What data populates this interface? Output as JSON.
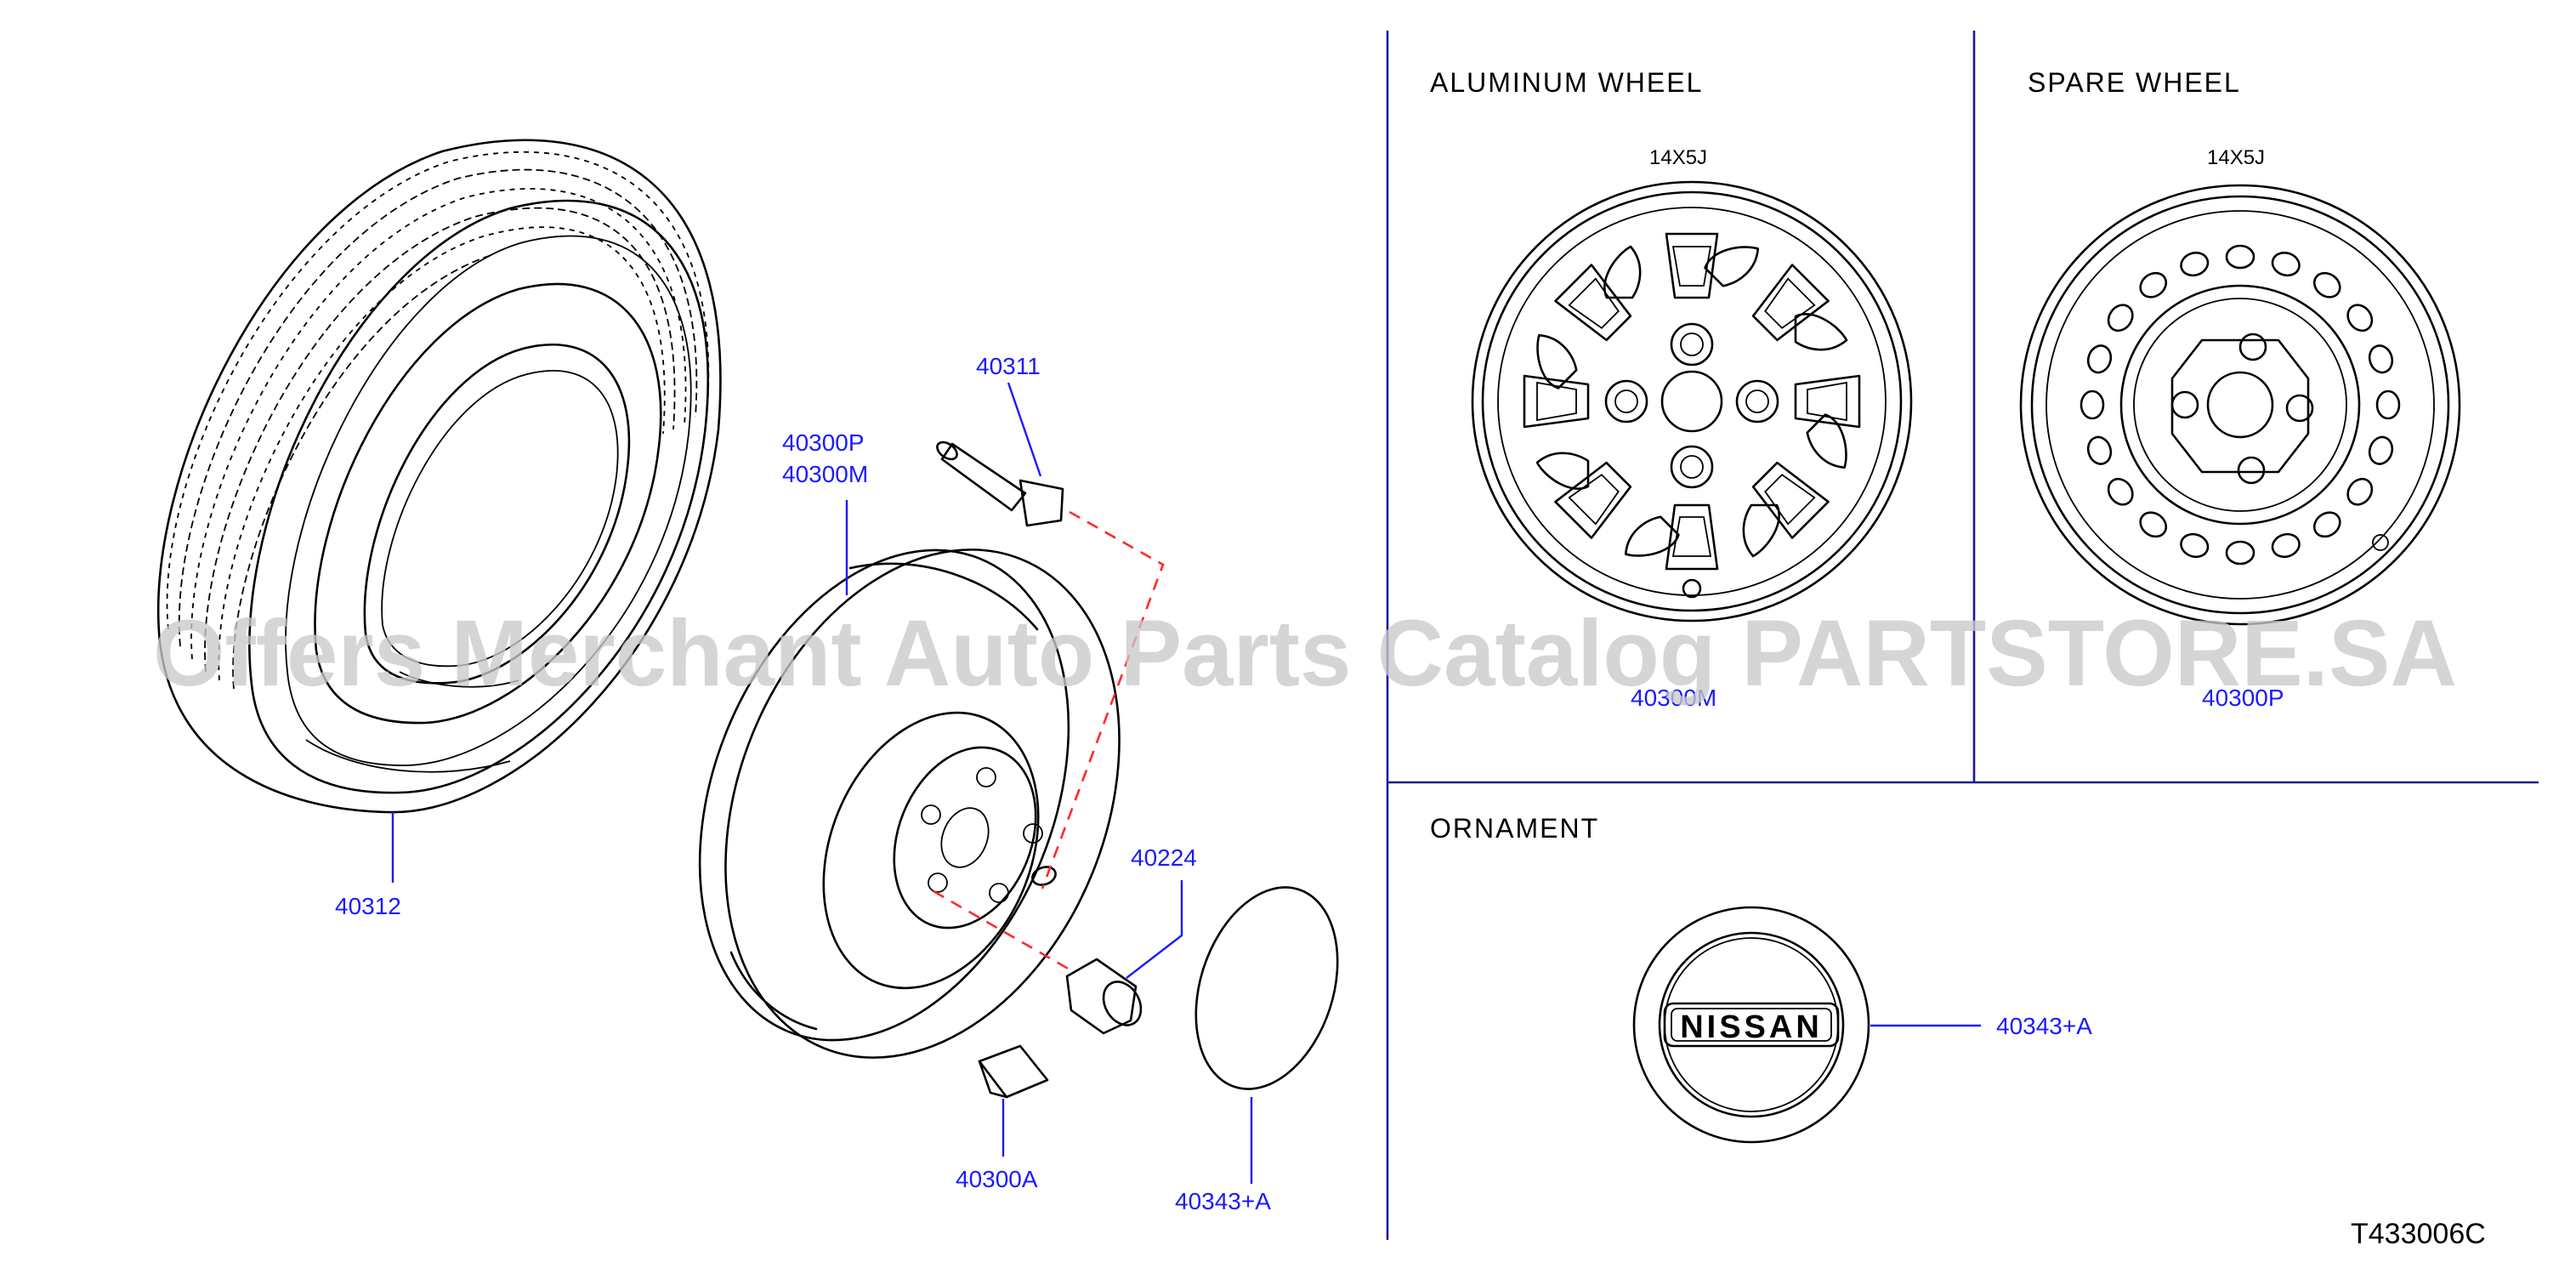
{
  "headers": {
    "aluminum": "ALUMINUM   WHEEL",
    "spare": "SPARE   WHEEL",
    "ornament": "ORNAMENT"
  },
  "sizes": {
    "aluminum": "14X5J",
    "spare": "14X5J"
  },
  "parts": {
    "tire": "40312",
    "wheel_p": "40300P",
    "wheel_m": "40300M",
    "valve": "40311",
    "nut": "40224",
    "balance_weight": "40300A",
    "cap_exploded": "40343+A",
    "aluminum_wheel": "40300M",
    "spare_wheel": "40300P",
    "ornament": "40343+A"
  },
  "ornament_brand": "NISSAN",
  "diagram_code": "T433006C",
  "watermark": "Offers Merchant Auto Parts Catalog PARTSTORE.SA",
  "colors": {
    "part_number": "#1a1aff",
    "guide_line": "#ff2a2a",
    "frame": "#1a1a99"
  }
}
